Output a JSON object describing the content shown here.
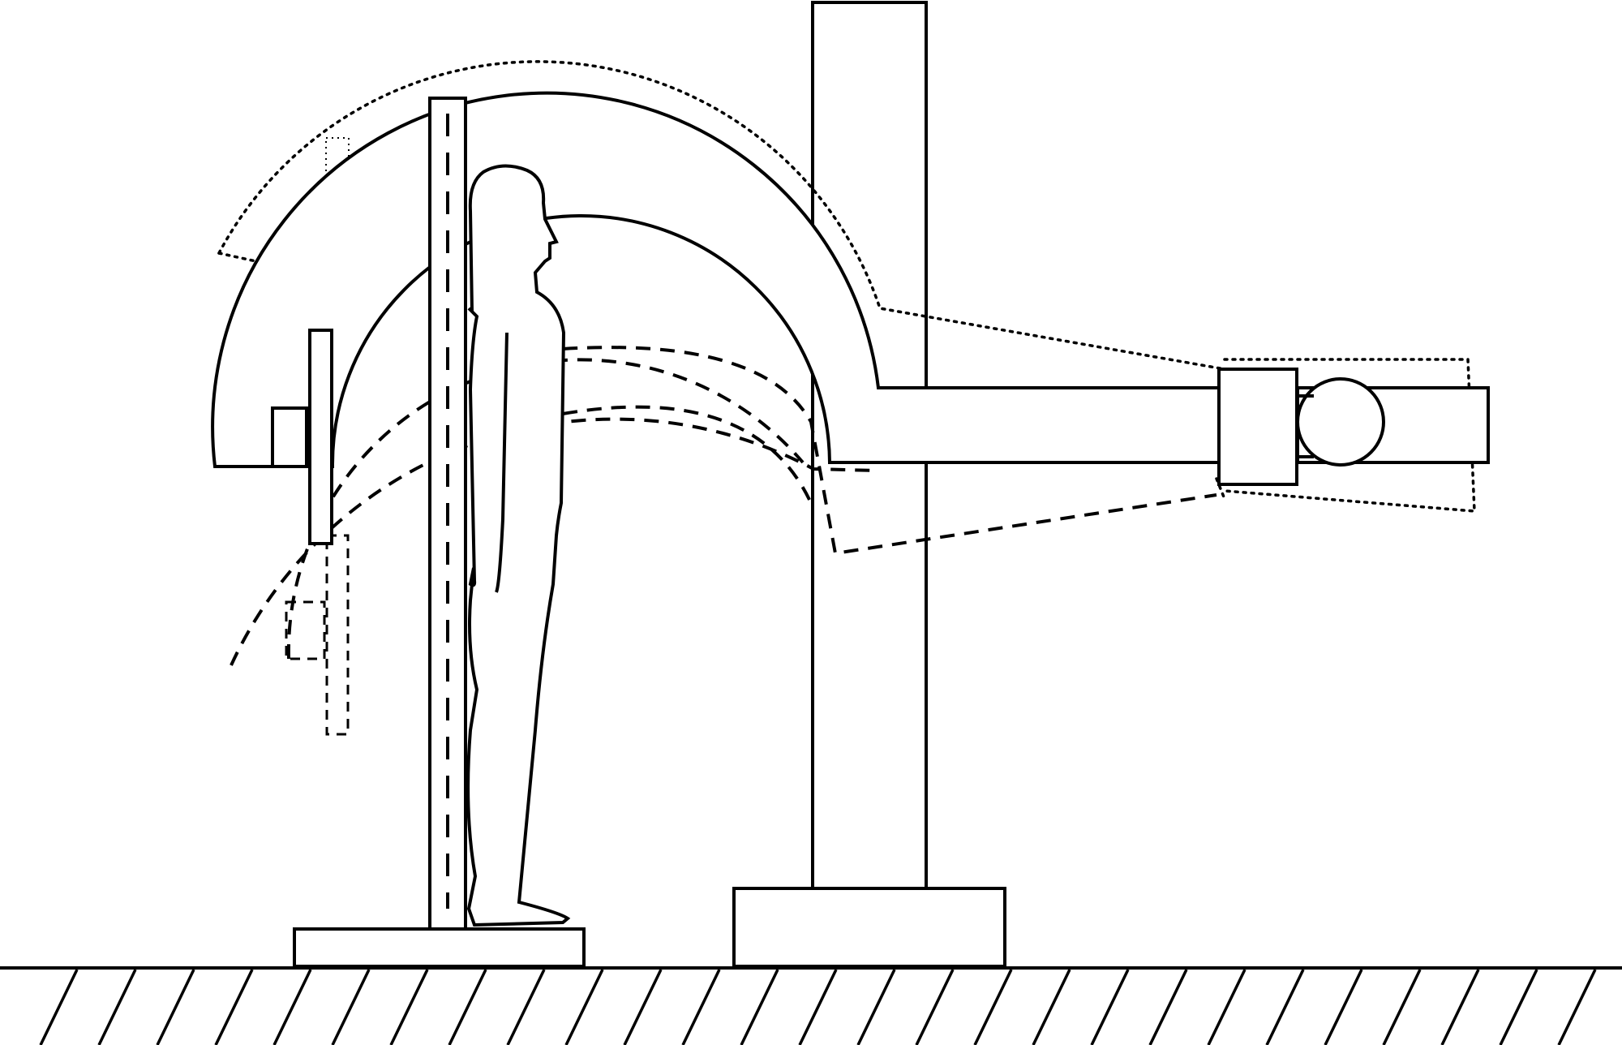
{
  "figure": {
    "line_color": "#000000",
    "background": "#ffffff",
    "components": [
      "floor",
      "platform",
      "vertical-detector-stand",
      "standing-person",
      "column-base",
      "vertical-column",
      "c-arm",
      "x-ray-tube",
      "detector-panel"
    ],
    "alternate_positions": [
      "dotted-raised",
      "dashed-lowered"
    ]
  }
}
